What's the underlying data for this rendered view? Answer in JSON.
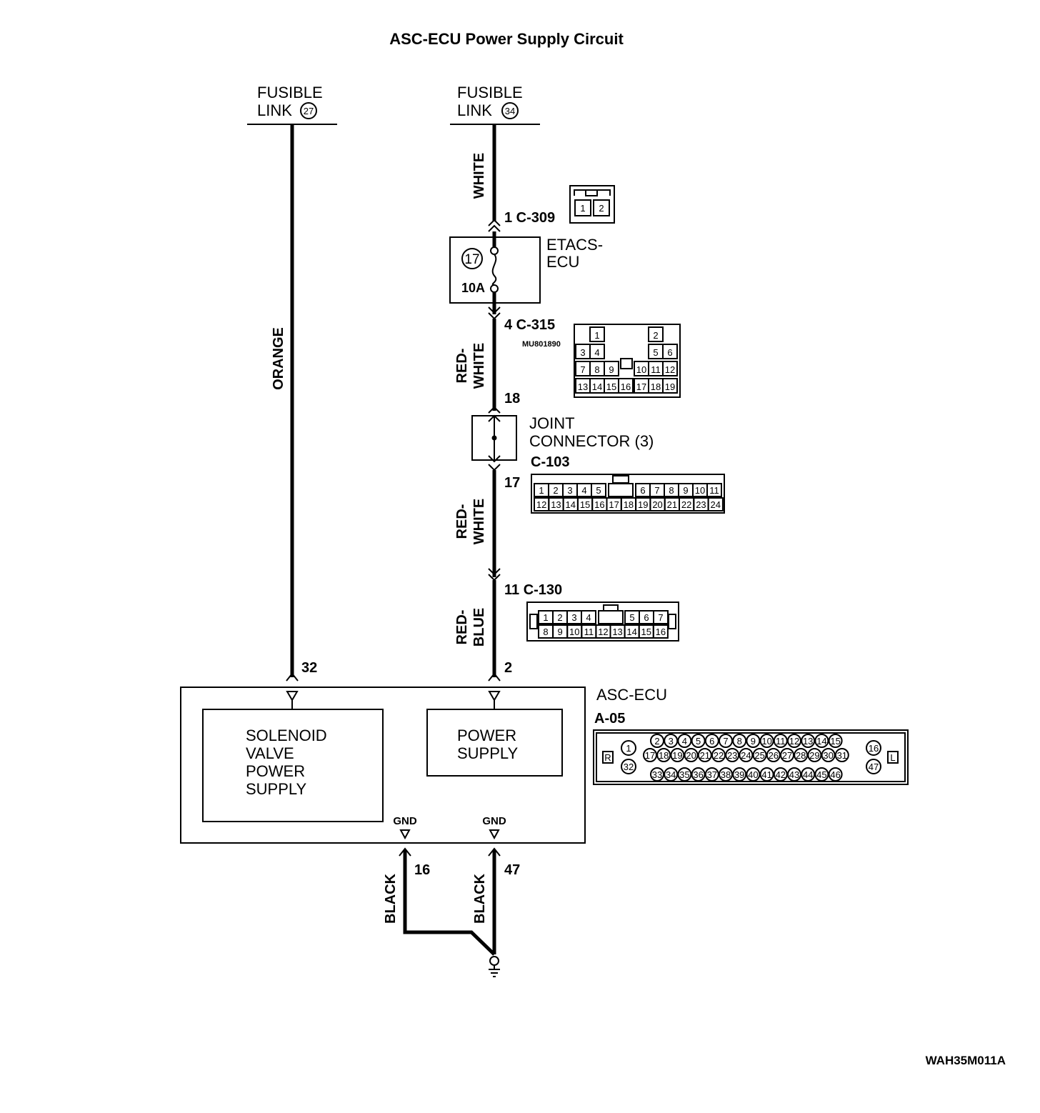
{
  "title": "ASC-ECU Power Supply Circuit",
  "fusible_links": [
    {
      "line1": "FUSIBLE",
      "line2": "LINK",
      "number": "27"
    },
    {
      "line1": "FUSIBLE",
      "line2": "LINK",
      "number": "34"
    }
  ],
  "wires": {
    "orange": "ORANGE",
    "white": "WHITE",
    "red_white_1": [
      "RED-",
      "WHITE"
    ],
    "red_white_2": [
      "RED-",
      "WHITE"
    ],
    "red_blue": [
      "RED-",
      "BLUE"
    ],
    "black_1": "BLACK",
    "black_2": "BLACK"
  },
  "connectors": {
    "c309": {
      "label": "1 C-309",
      "pins": [
        "1",
        "2"
      ]
    },
    "c315": {
      "label": "4 C-315",
      "part": "MU801890",
      "row1": [
        "1",
        "2"
      ],
      "row2": [
        "3",
        "4",
        "5",
        "6"
      ],
      "row3": [
        "7",
        "8",
        "9",
        "10",
        "11",
        "12"
      ],
      "row4": [
        "13",
        "14",
        "15",
        "16",
        "17",
        "18",
        "19"
      ]
    },
    "c103": {
      "label": "C-103",
      "pin_in": "18",
      "pin_out": "17",
      "row1": [
        "1",
        "2",
        "3",
        "4",
        "5",
        "6",
        "7",
        "8",
        "9",
        "10",
        "11"
      ],
      "row2": [
        "12",
        "13",
        "14",
        "15",
        "16",
        "17",
        "18",
        "19",
        "20",
        "21",
        "22",
        "23",
        "24"
      ]
    },
    "c130": {
      "label": "11 C-130",
      "row1": [
        "1",
        "2",
        "3",
        "4",
        "5",
        "6",
        "7"
      ],
      "row2": [
        "8",
        "9",
        "10",
        "11",
        "12",
        "13",
        "14",
        "15",
        "16"
      ]
    },
    "a05": {
      "name": "ASC-ECU",
      "label": "A-05",
      "left_tag": "R",
      "right_tag": "L",
      "left_pins": [
        "1",
        "32"
      ],
      "right_pins": [
        "16",
        "47"
      ],
      "row1": [
        "2",
        "3",
        "4",
        "5",
        "6",
        "7",
        "8",
        "9",
        "10",
        "11",
        "12",
        "13",
        "14",
        "15"
      ],
      "row2": [
        "17",
        "18",
        "19",
        "20",
        "21",
        "22",
        "23",
        "24",
        "25",
        "26",
        "27",
        "28",
        "29",
        "30",
        "31"
      ],
      "row3": [
        "33",
        "34",
        "35",
        "36",
        "37",
        "38",
        "39",
        "40",
        "41",
        "42",
        "43",
        "44",
        "45",
        "46"
      ]
    }
  },
  "etacs": {
    "line1": "ETACS-",
    "line2": "ECU",
    "fuse_no": "17",
    "fuse_rating": "10A"
  },
  "joint": {
    "line1": "JOINT",
    "line2": "CONNECTOR (3)"
  },
  "ecu_pins": {
    "p32": "32",
    "p2": "2",
    "p16": "16",
    "p47": "47"
  },
  "ecu_blocks": {
    "solenoid": [
      "SOLENOID",
      "VALVE",
      "POWER",
      "SUPPLY"
    ],
    "power": [
      "POWER",
      "SUPPLY"
    ],
    "gnd1": "GND",
    "gnd2": "GND"
  },
  "figure_code": "WAH35M011A"
}
